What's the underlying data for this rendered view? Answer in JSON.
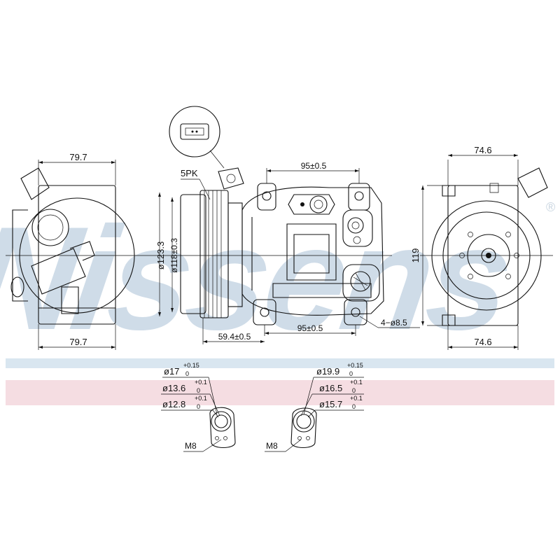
{
  "watermark": {
    "text": "Nissens",
    "registered_mark": "®",
    "color": "#cfdce8"
  },
  "bands": {
    "blue": "#d9e6f0",
    "pink": "#f5dde2"
  },
  "left_view": {
    "top_width": "79.7",
    "bottom_width": "79.7"
  },
  "front_view": {
    "belt_label": "5PK",
    "pulley_outer_diameter": "ø123.3",
    "pulley_inner_diameter": "ø118±0.3",
    "top_spacing": "95±0.5",
    "bottom_spacing": "95±0.5",
    "pulley_offset": "59.4±0.5",
    "mounting_holes": "4−ø8.5"
  },
  "right_view": {
    "top_width": "74.6",
    "bottom_width": "74.6",
    "height": "119"
  },
  "port_left": {
    "d1": "ø17",
    "d1_tol": "+0.15",
    "d1_tol2": "0",
    "d2": "ø13.6",
    "d2_tol": "+0.1",
    "d2_tol2": "0",
    "d3": "ø12.8",
    "d3_tol": "+0.1",
    "d3_tol2": "0",
    "thread": "M8"
  },
  "port_right": {
    "d1": "ø19.9",
    "d1_tol": "+0.15",
    "d1_tol2": "0",
    "d2": "ø16.5",
    "d2_tol": "+0.1",
    "d2_tol2": "0",
    "d3": "ø15.7",
    "d3_tol": "+0.1",
    "d3_tol2": "0",
    "thread": "M8"
  }
}
